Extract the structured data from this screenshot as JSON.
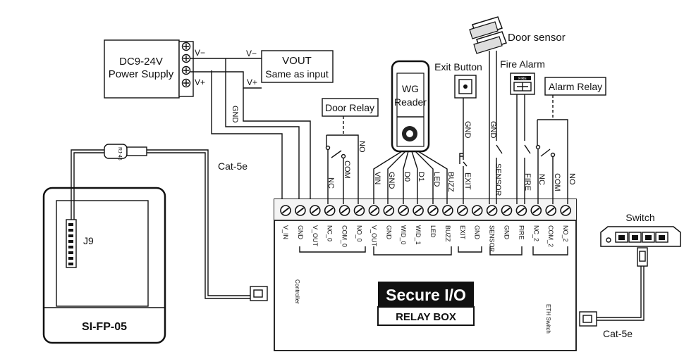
{
  "power_supply": {
    "line1": "DC9-24V",
    "line2": "Power Supply",
    "v_minus": "V−",
    "v_plus": "V+"
  },
  "vout": {
    "line1": "VOUT",
    "line2": "Same as input",
    "v_minus": "V−",
    "v_plus": "V+"
  },
  "wire_labels": {
    "gnd": "GND",
    "cat5e_top": "Cat-5e",
    "cat5e_bottom": "Cat-5e"
  },
  "device": {
    "name": "SI-FP-05",
    "header": "J9",
    "rj45": "RJ-45"
  },
  "door_relay": {
    "title": "Door Relay",
    "nc": "NC",
    "com": "COM",
    "no": "NO"
  },
  "wg_reader": {
    "line1": "WG",
    "line2": "Reader"
  },
  "reader_wires": [
    "VIN",
    "GND",
    "D0",
    "D1",
    "LED",
    "BUZZ"
  ],
  "exit_button": {
    "title": "Exit Button",
    "gnd": "GND",
    "exit": "EXIT"
  },
  "door_sensor": {
    "title": "Door sensor",
    "gnd": "GND",
    "sensor": "SENSOR"
  },
  "fire_alarm": {
    "title": "Fire Alarm",
    "fire": "FIRE",
    "badge": "FIRE"
  },
  "alarm_relay": {
    "title": "Alarm Relay",
    "nc": "NC",
    "com": "COM",
    "no": "NO"
  },
  "relay_box": {
    "terminals": [
      "V_IN",
      "GND",
      "V_OUT",
      "NC_0",
      "COM_0",
      "NO_0",
      "V_OUT",
      "GND",
      "WID_0",
      "WID_1",
      "LED",
      "BUZZ",
      "EXIT",
      "GND",
      "SENSOR",
      "GND",
      "FIRE",
      "NC_2",
      "COM_2",
      "NO_2"
    ],
    "brand": "Secure I/O",
    "subtitle": "RELAY BOX",
    "controller_label": "Controller",
    "eth_label": "ETH Switch"
  },
  "switch": {
    "title": "Switch"
  }
}
